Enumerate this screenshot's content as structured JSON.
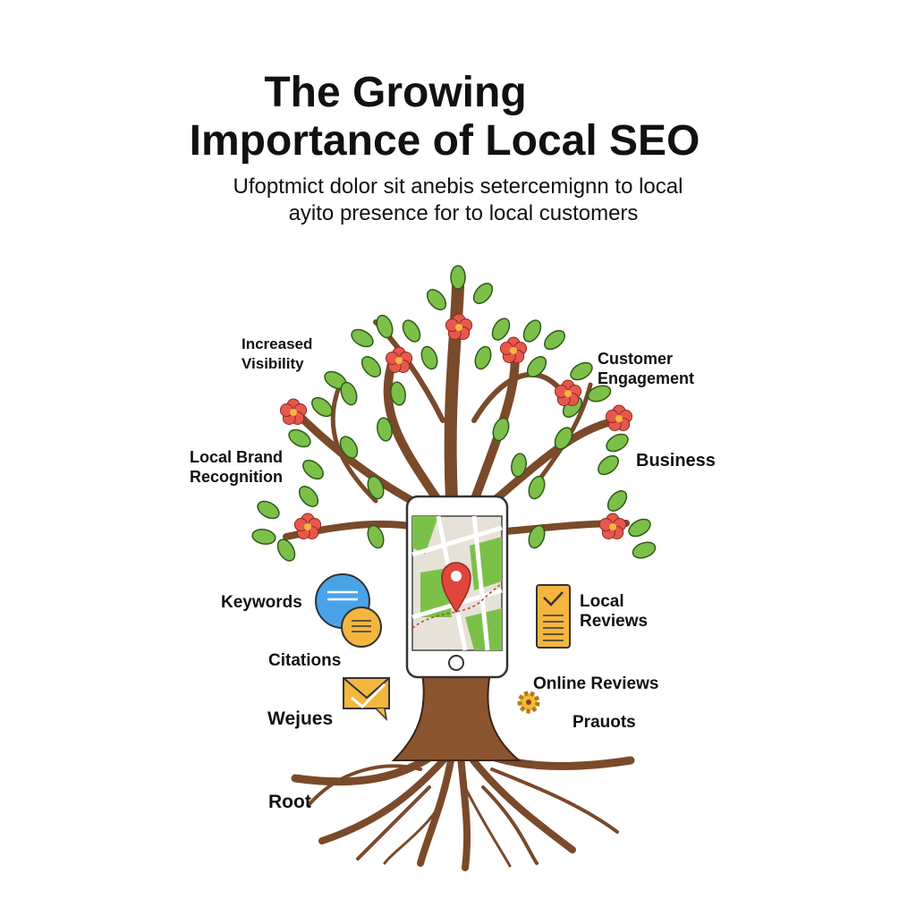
{
  "title": {
    "line1": "The Growing",
    "line2": "Importance of Local SEO"
  },
  "subtitle": {
    "line1": "Ufoptmict dolor sit anebis setercemignn to local",
    "line2": "ayito presence for to local customers"
  },
  "branch_labels": {
    "increased_visibility": [
      "Increased",
      "Visibility"
    ],
    "customer_engagement": [
      "Customer",
      "Engagement"
    ],
    "local_brand_recognition": [
      "Local Brand",
      "Recognition"
    ],
    "business": "Business"
  },
  "root_labels": {
    "keywords": "Keywords",
    "citations": "Citations",
    "wejues": "Wejues",
    "root": "Root",
    "local_reviews": [
      "Local",
      "Reviews"
    ],
    "online_reviews": "Online Reviews",
    "prauots": "Prauots"
  },
  "colors": {
    "trunk": "#7a4a2a",
    "leaf": "#7cc04a",
    "flower": "#e8574c",
    "icon_blue": "#4aa3e8",
    "icon_yellow": "#f4b63f",
    "map_green": "#7cc04a",
    "pin": "#e0463c"
  }
}
